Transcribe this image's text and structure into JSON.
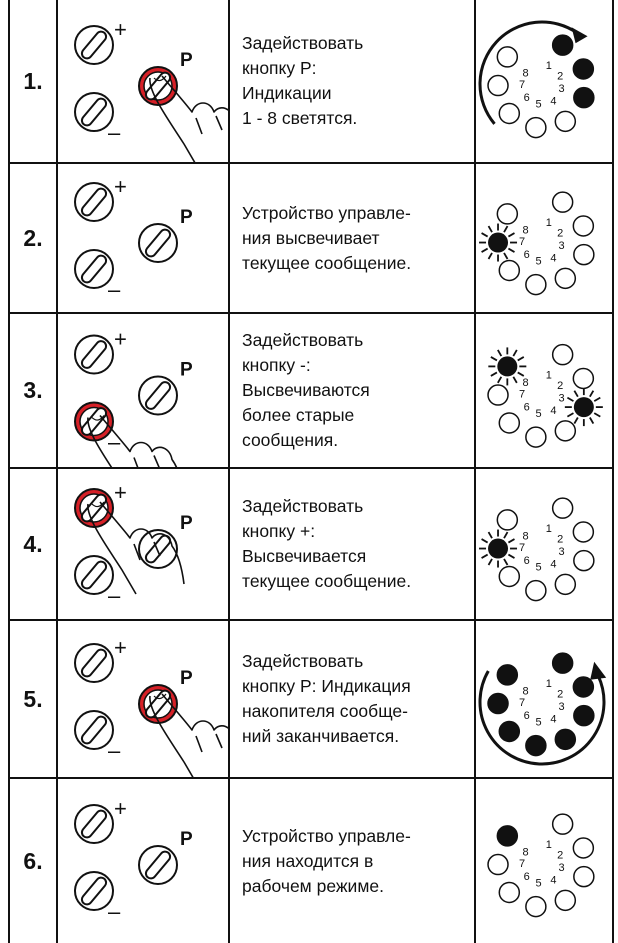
{
  "steps": [
    {
      "number": "1.",
      "text": "Задействовать\nкнопку P:\nИндикации\n1 - 8 светятся.",
      "pressed": "P",
      "led_on": [
        1,
        2,
        3
      ],
      "led_flash": [],
      "arrow": "cw"
    },
    {
      "number": "2.",
      "text": "Устройство управле-\nния высвечивает\nтекущее сообщение.",
      "pressed": "",
      "led_on": [],
      "led_flash": [
        7
      ],
      "arrow": ""
    },
    {
      "number": "3.",
      "text": "Задействовать\nкнопку -:\nВысвечиваются\nболее старые\nсообщения.",
      "pressed": "minus",
      "led_on": [],
      "led_flash": [
        8,
        3
      ],
      "arrow": ""
    },
    {
      "number": "4.",
      "text": "Задействовать\nкнопку +:\nВысвечивается\nтекущее сообщение.",
      "pressed": "plus",
      "led_on": [],
      "led_flash": [
        7
      ],
      "arrow": ""
    },
    {
      "number": "5.",
      "text": "Задействовать\nкнопку P: Индикация\nнакопителя сообще-\nний заканчивается.",
      "pressed": "P",
      "led_on": [
        1,
        2,
        3,
        4,
        5,
        6,
        7,
        8
      ],
      "led_flash": [],
      "arrow": "ccw"
    },
    {
      "number": "6.",
      "text": "Устройство управле-\nния находится в\nрабочем режиме.",
      "pressed": "",
      "led_on": [
        8
      ],
      "led_flash": [],
      "arrow": ""
    }
  ],
  "labels": {
    "plus": "+",
    "minus": "–",
    "p": "P",
    "led_numbers": [
      "1",
      "2",
      "3",
      "4",
      "5",
      "6",
      "7",
      "8"
    ]
  },
  "colors": {
    "pressed_button": "#d62027",
    "ink": "#111111",
    "background": "#ffffff"
  }
}
